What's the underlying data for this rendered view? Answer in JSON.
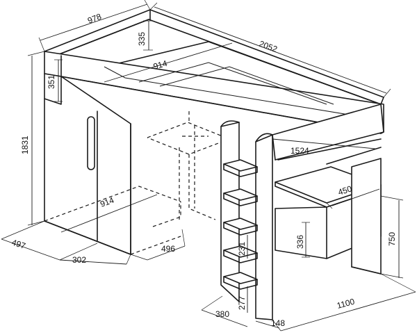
{
  "diagram": {
    "type": "furniture dimension drawing",
    "unit": "mm",
    "dimensions": {
      "width_top": "978",
      "depth_top": "2052",
      "rail_height": "335",
      "top_shelf_depth": "914",
      "front_panel_height": "351",
      "total_height": "1831",
      "desk_width": "1524",
      "desk_shelf_depth": "450",
      "wardrobe_depth": "914",
      "wardrobe_side": "497",
      "wardrobe_door": "302",
      "desk_leg": "496",
      "drawer_height": "336",
      "desk_height": "750",
      "ladder_step": "231",
      "ladder_bottom": "277",
      "ladder_base": "380",
      "ladder_foot": "148",
      "total_length": "1100"
    }
  }
}
